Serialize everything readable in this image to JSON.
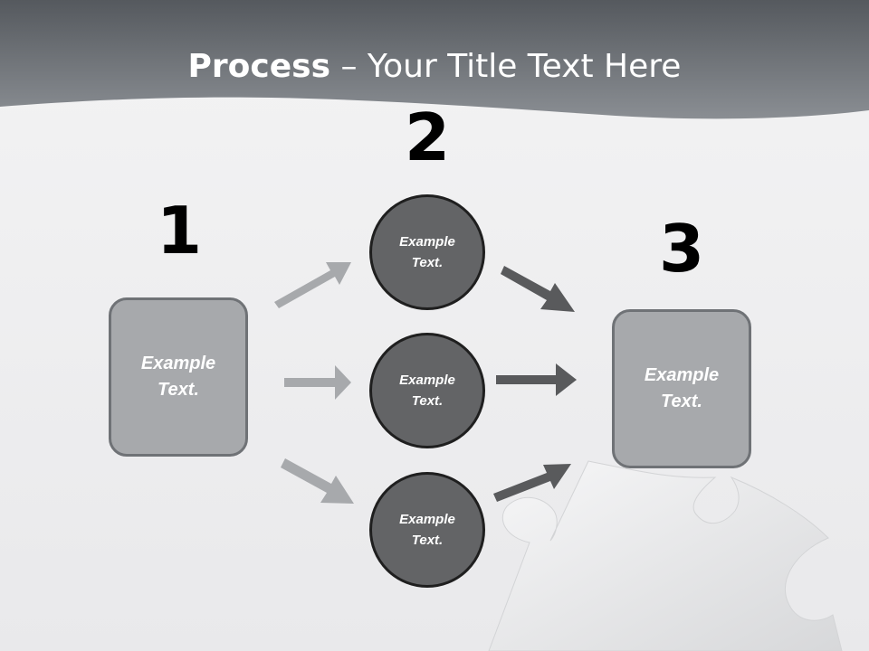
{
  "title": {
    "bold": "Process",
    "rest": " – Your Title Text Here"
  },
  "steps": [
    {
      "number": "1",
      "text": "Example Text."
    },
    {
      "number": "2",
      "text": "Example Text."
    },
    {
      "number": "3",
      "text": "Example Text."
    }
  ],
  "circles": [
    {
      "text": "Example Text."
    },
    {
      "text": "Example Text."
    },
    {
      "text": "Example Text."
    }
  ],
  "colors": {
    "header": "#6d7176",
    "box_fill": "#a7a9ac",
    "circle_fill": "#636466",
    "arrow_light": "#a7a9ac",
    "arrow_dark": "#595a5c"
  }
}
